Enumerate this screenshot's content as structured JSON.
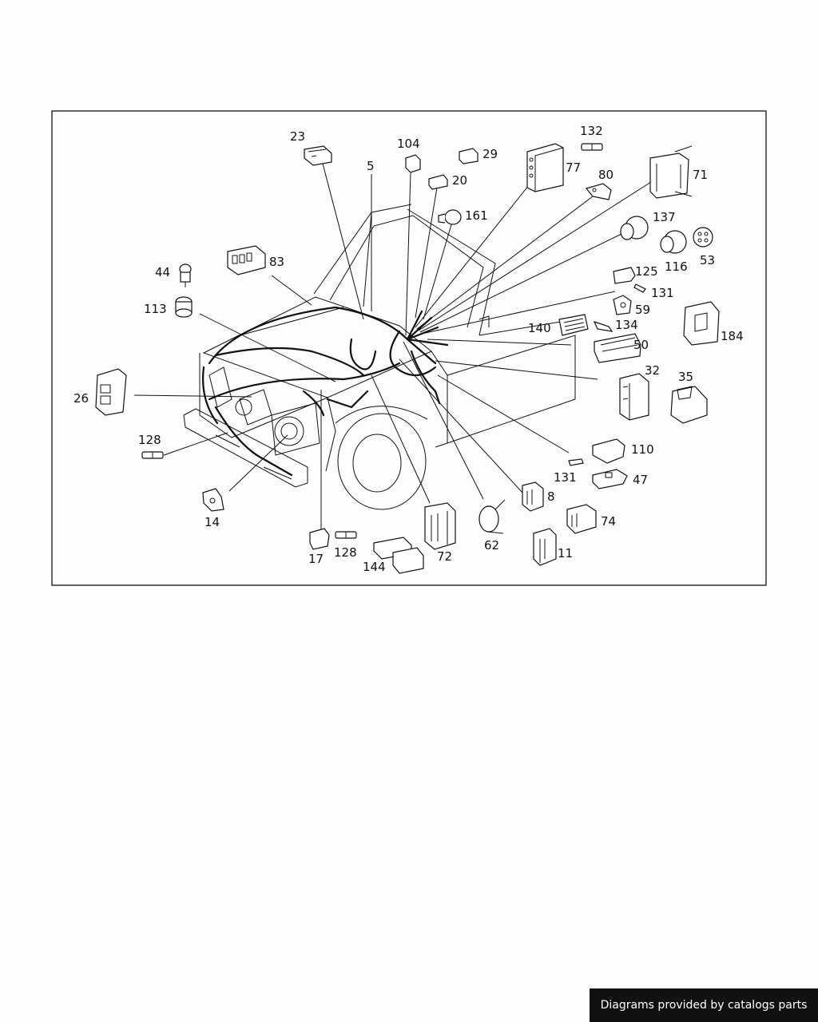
{
  "labels": {
    "p23": "23",
    "p104": "104",
    "p29": "29",
    "p132": "132",
    "p77": "77",
    "p80": "80",
    "p71": "71",
    "p5": "5",
    "p20": "20",
    "p161": "161",
    "p137": "137",
    "p116": "116",
    "p53": "53",
    "p83": "83",
    "p44": "44",
    "p113": "113",
    "p125": "125",
    "p131a": "131",
    "p59": "59",
    "p140": "140",
    "p134": "134",
    "p184": "184",
    "p50": "50",
    "p26": "26",
    "p32": "32",
    "p35": "35",
    "p128a": "128",
    "p110": "110",
    "p131b": "131",
    "p47": "47",
    "p14": "14",
    "p8": "8",
    "p74": "74",
    "p72": "72",
    "p62": "62",
    "p17": "17",
    "p128b": "128",
    "p144": "144",
    "p11": "11"
  },
  "footer": {
    "text": "Diagrams provided by catalogs parts"
  }
}
